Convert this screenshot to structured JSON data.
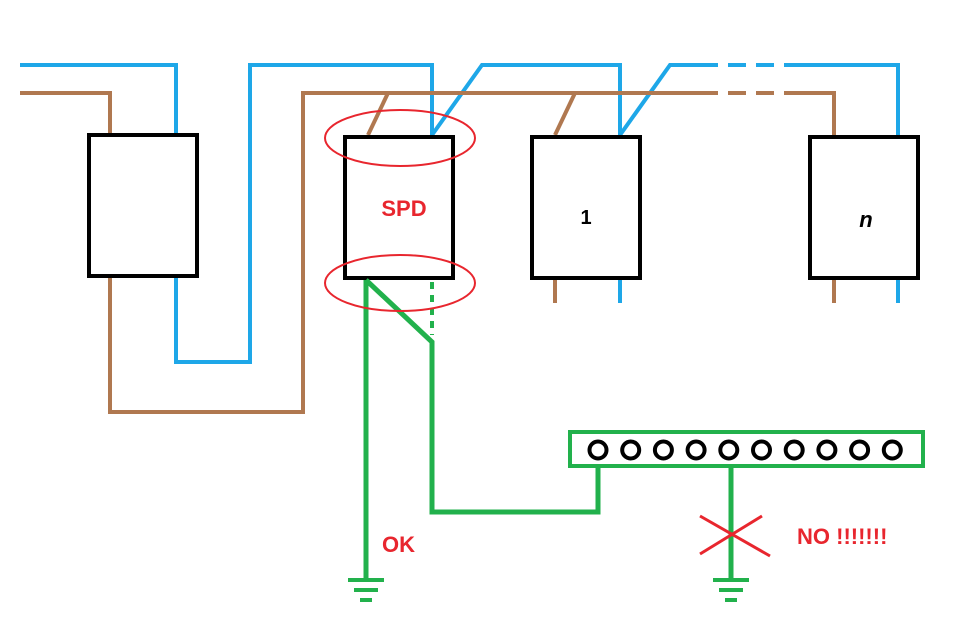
{
  "labels": {
    "spd": "SPD",
    "device_1": "1",
    "device_n": "n",
    "ok": "OK",
    "no": "NO !!!!!!!"
  },
  "colors": {
    "phase_wire": "#1ea7e8",
    "neutral_wire": "#b07850",
    "earth_wire": "#22b14c",
    "highlight": "#e8262e",
    "box_stroke": "#000000",
    "box_fill": "#ffffff"
  },
  "earth_bar": {
    "terminal_count": 10
  }
}
